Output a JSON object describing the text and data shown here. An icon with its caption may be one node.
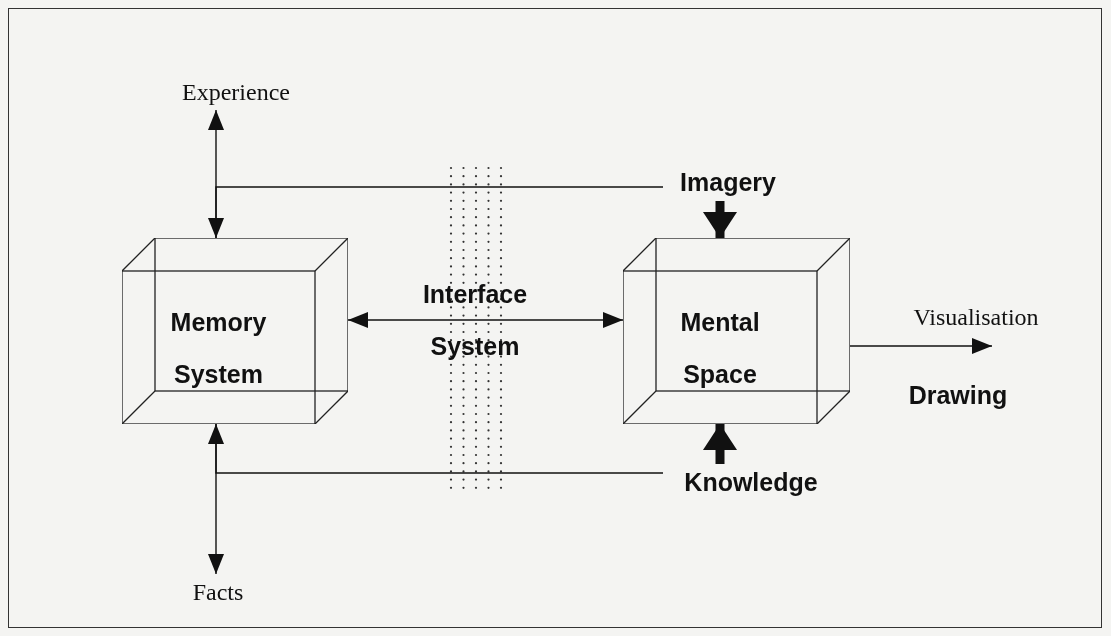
{
  "diagram": {
    "nodes": [
      {
        "text": [
          "Experience"
        ]
      },
      {
        "text": [
          "Memory System"
        ]
      },
      {
        "text": [
          "Mental Space"
        ]
      },
      {
        "text": [
          "Imagery"
        ]
      },
      {
        "text": [
          "Knowledge"
        ]
      },
      {
        "text": [
          "Facts"
        ]
      }
    ],
    "edges": [
      {
        "from": 0,
        "to": 1,
        "arrow": "both"
      },
      {
        "from": 1,
        "to": 5,
        "arrow": "both"
      },
      {
        "from": 1,
        "to": 3,
        "arrow": "none"
      },
      {
        "from": 1,
        "to": 4,
        "arrow": "none"
      },
      {
        "from": 1,
        "to": 2,
        "arrow": "both"
      },
      {
        "from": 3,
        "to": 2,
        "arrow": "to",
        "style": "thick"
      },
      {
        "from": 4,
        "to": 2,
        "arrow": "to",
        "style": "thick"
      },
      {
        "from": 2,
        "to": null,
        "arrow": "to",
        "label": "Visualisation"
      }
    ],
    "labels": [
      "Interface System",
      "Drawing"
    ]
  }
}
